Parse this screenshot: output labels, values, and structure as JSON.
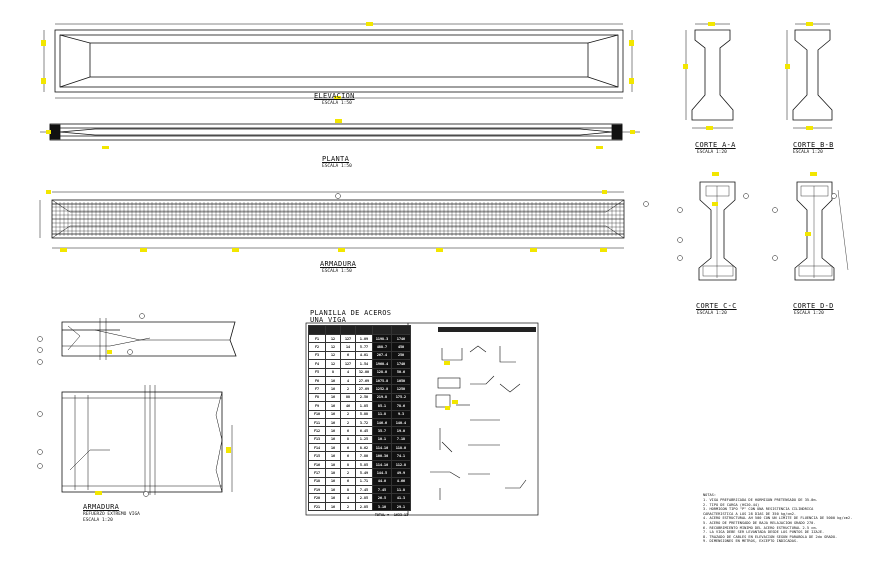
{
  "titles": {
    "elevacion": "ELEVACION",
    "elevacion_scale": "ESCALA 1:50",
    "planta": "PLANTA",
    "planta_scale": "ESCALA 1:50",
    "armadura": "ARMADURA",
    "armadura_scale": "ESCALA 1:50",
    "corte_a": "CORTE A-A",
    "corte_a_scale": "ESCALA 1:20",
    "corte_b": "CORTE B-B",
    "corte_b_scale": "ESCALA 1:20",
    "corte_c": "CORTE C-C",
    "corte_c_scale": "ESCALA 1:20",
    "corte_d": "CORTE D-D",
    "corte_d_scale": "ESCALA 1:20",
    "armadura_detalle": "ARMADURA",
    "armadura_detalle_sub": "REFUERZO EXTREMO VIGA",
    "armadura_detalle_scale": "ESCALA 1:20",
    "planilla_1": "PLANILLA DE ACEROS",
    "planilla_2": "UNA VIGA"
  },
  "planilla": {
    "rows": [
      [
        "F1",
        "12",
        "127",
        "1.09",
        "1198.3",
        "1746"
      ],
      [
        "F2",
        "12",
        "14",
        "5.77",
        "488.7",
        "450"
      ],
      [
        "F3",
        "12",
        "6",
        "4.01",
        "267.4",
        "250"
      ],
      [
        "F4",
        "12",
        "127",
        "1.54",
        "1960.4",
        "1740"
      ],
      [
        "F5",
        "8",
        "4",
        "32.00",
        "128.0",
        "50.6"
      ],
      [
        "F6",
        "16",
        "4",
        "27.69",
        "1075.8",
        "1050"
      ],
      [
        "F7",
        "16",
        "2",
        "27.69",
        "1252.8",
        "1250"
      ],
      [
        "F8",
        "16",
        "88",
        "2.50",
        "219.8",
        "175.2"
      ],
      [
        "F9",
        "16",
        "46",
        "1.85",
        "85.1",
        "78.6"
      ],
      [
        "F10",
        "16",
        "2",
        "5.88",
        "11.8",
        "9.3"
      ],
      [
        "F11",
        "16",
        "2",
        "3.72",
        "146.6",
        "140.4"
      ],
      [
        "F12",
        "16",
        "6",
        "6.45",
        "35.7",
        "19.0"
      ],
      [
        "F13",
        "16",
        "8",
        "1.25",
        "10.1",
        "7.18"
      ],
      [
        "F14",
        "16",
        "6",
        "8.62",
        "114.10",
        "118.0"
      ],
      [
        "F15",
        "16",
        "6",
        "7.80",
        "100.30",
        "74.1"
      ],
      [
        "F16",
        "10",
        "8",
        "5.85",
        "114.10",
        "112.8"
      ],
      [
        "F17",
        "10",
        "2",
        "5.49",
        "144.5",
        "49.9"
      ],
      [
        "F18",
        "16",
        "6",
        "1.71",
        "44.0",
        "4.66"
      ],
      [
        "F19",
        "16",
        "8",
        "7.45",
        "7.45",
        "11.8"
      ],
      [
        "F20",
        "16",
        "4",
        "2.85",
        "26.5",
        "41.3"
      ],
      [
        "F21",
        "16",
        "2",
        "2.85",
        "3.10",
        "29.1"
      ]
    ],
    "total_label": "TOTAL =",
    "total_value": "1633.13"
  },
  "notes": {
    "heading": "NOTAS:",
    "lines": [
      "1. VIGA PREFABRICADA DE HORMIGON PRETENSADO DE 35.0m.",
      "2. TIPO DE CARGA (HS20-44)",
      "3. HORMIGON TIPO \"P\" CON UNA RESISTENCIA CILINDRICA",
      "   CARACTERISTICA A LOS 28 DIAS DE 350 kg/cm2.",
      "4. ACERO ESTRUCTURAL AH 500 CON UN LIMITE DE FLUENCIA DE 5000 kg/cm2.",
      "5. ACERO DE PRETENSADO DE BAJA RELAJACION GRADO 270.",
      "6. RECUBRIMIENTO MINIMO DEL ACERO ESTRUCTURAL 2.5 cm.",
      "7. LA VIGA DEBE SER LEVANTADA DESDE LOS PUNTOS DE IZAJE.",
      "8. TRAZADO DE CABLES EN ELEVACION SEGUN PARABOLA DE 2do GRADO.",
      "9. DIMENSIONES EN METROS, EXCEPTO INDICADAS."
    ]
  },
  "colors": {
    "line": "#111111",
    "dim": "#333333",
    "marker": "#f2e600"
  }
}
